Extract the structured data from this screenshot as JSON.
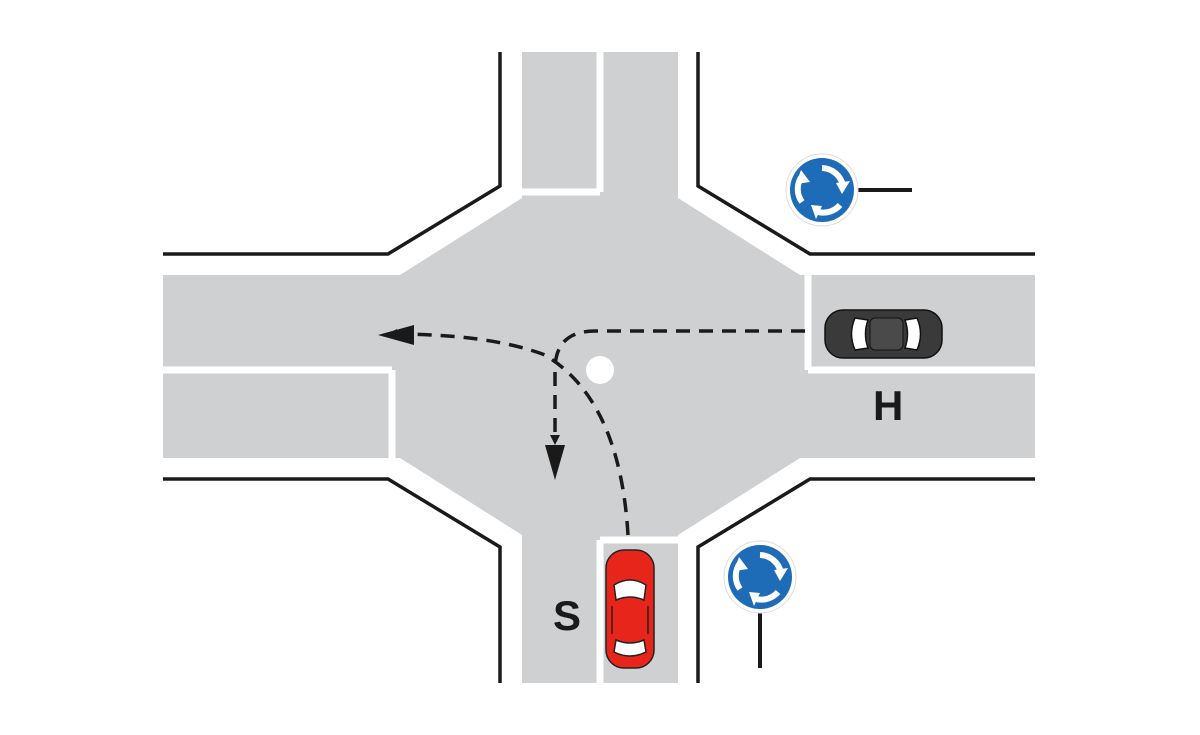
{
  "labels": {
    "car_south": "S",
    "car_east": "H"
  },
  "colors": {
    "asphalt": "#cfd0d2",
    "curb": "#1a1a1a",
    "marking": "#ffffff",
    "sign_blue": "#1e6bb8",
    "car_red": "#e8251b",
    "car_dark": "#3a3a3a",
    "path": "#1a1a1a"
  },
  "signs": [
    {
      "id": "roundabout-sign-northeast",
      "icon": "roundabout-icon"
    },
    {
      "id": "roundabout-sign-southeast",
      "icon": "roundabout-icon"
    }
  ],
  "vehicles": [
    {
      "id": "car-s",
      "label": "S",
      "color": "red"
    },
    {
      "id": "car-h",
      "label": "H",
      "color": "dark-gray"
    }
  ]
}
